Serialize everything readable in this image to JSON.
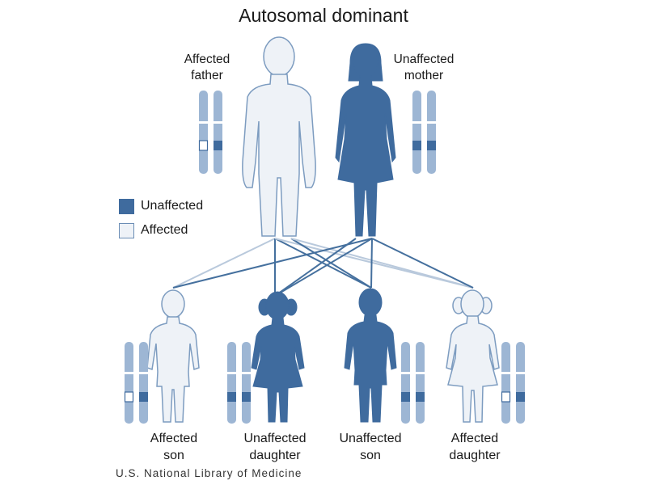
{
  "title": "Autosomal dominant",
  "credit": "U.S. National Library of Medicine",
  "colors": {
    "unaffected_fill": "#3f6b9e",
    "affected_fill": "#eef2f7",
    "outline": "#7d9cc0",
    "chromosome": "#9db6d4",
    "line_dark": "#45709e",
    "line_light": "#b9c9dc"
  },
  "legend": [
    {
      "label": "Unaffected",
      "color": "#3f6b9e"
    },
    {
      "label": "Affected",
      "color": "#eef2f7"
    }
  ],
  "parents": {
    "father": {
      "label_line1": "Affected",
      "label_line2": "father",
      "status": "affected"
    },
    "mother": {
      "label_line1": "Unaffected",
      "label_line2": "mother",
      "status": "unaffected"
    }
  },
  "children": [
    {
      "label_line1": "Affected",
      "label_line2": "son",
      "status": "affected"
    },
    {
      "label_line1": "Unaffected",
      "label_line2": "daughter",
      "status": "unaffected"
    },
    {
      "label_line1": "Unaffected",
      "label_line2": "son",
      "status": "unaffected"
    },
    {
      "label_line1": "Affected",
      "label_line2": "daughter",
      "status": "affected"
    }
  ]
}
